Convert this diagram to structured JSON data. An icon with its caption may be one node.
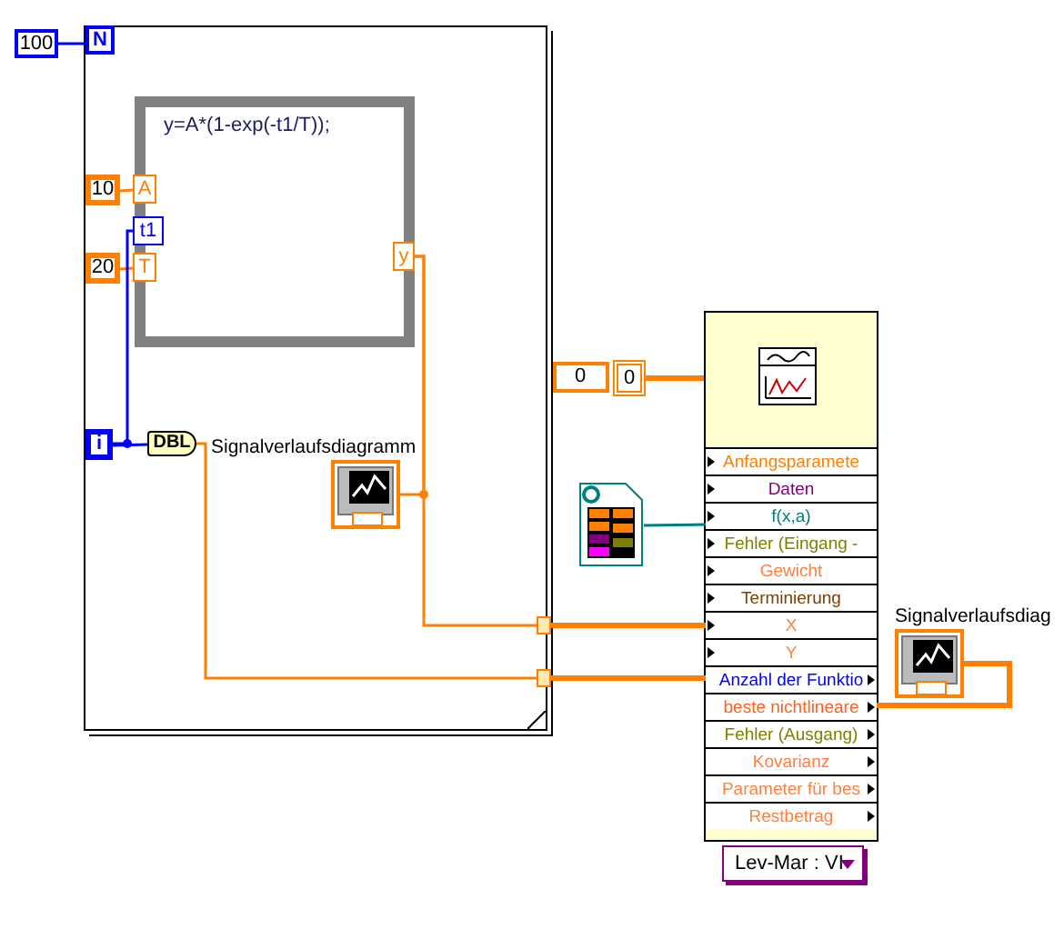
{
  "diagram": {
    "nodes": [
      {
        "text": [],
        "shape": "box"
      },
      {
        "text": [
          "100"
        ]
      },
      {
        "text": [
          "N"
        ],
        "in": 0
      },
      {
        "text": [
          "y=A*(1-exp(-t1/T));"
        ],
        "in": 0
      },
      {
        "text": [
          "A"
        ],
        "in": 3
      },
      {
        "text": [
          "t1"
        ],
        "in": 3
      },
      {
        "text": [
          "T"
        ],
        "in": 3
      },
      {
        "text": [
          "y"
        ],
        "in": 3
      },
      {
        "text": [
          "10"
        ],
        "in": 0
      },
      {
        "text": [
          "20"
        ],
        "in": 0
      },
      {
        "text": [
          "i"
        ],
        "in": 0
      },
      {
        "text": [
          "DBL"
        ],
        "in": 0
      },
      {
        "text": [
          "Signalverlaufsdiagramm"
        ],
        "in": 0
      },
      {
        "text": [],
        "shape": "box"
      },
      {
        "text": [],
        "shape": "box"
      },
      {
        "text": [
          "0",
          "0"
        ]
      },
      {
        "text": [],
        "shape": "box"
      },
      {
        "text": [],
        "shape": "box"
      },
      {
        "text": [
          "Anfangsparamete"
        ],
        "in": 17
      },
      {
        "text": [
          "Daten"
        ],
        "in": 17
      },
      {
        "text": [
          "f(x,a)"
        ],
        "in": 17
      },
      {
        "text": [
          "Fehler (Eingang -"
        ],
        "in": 17
      },
      {
        "text": [
          "Gewicht"
        ],
        "in": 17
      },
      {
        "text": [
          "Terminierung"
        ],
        "in": 17
      },
      {
        "text": [
          "X"
        ],
        "in": 17
      },
      {
        "text": [
          "Y"
        ],
        "in": 17
      },
      {
        "text": [
          "Anzahl der Funktio"
        ],
        "in": 17
      },
      {
        "text": [
          "beste nichtlineare"
        ],
        "in": 17
      },
      {
        "text": [
          "Fehler (Ausgang)"
        ],
        "in": 17
      },
      {
        "text": [
          "Kovarianz"
        ],
        "in": 17
      },
      {
        "text": [
          "Parameter für bes"
        ],
        "in": 17
      },
      {
        "text": [
          "Restbetrag"
        ],
        "in": 17
      },
      {
        "text": [
          "Lev-Mar : VI"
        ]
      },
      {
        "text": [
          "Signalverlaufsdiag"
        ]
      }
    ],
    "edges": [
      {
        "from": 1,
        "to": 2,
        "arrow": "none",
        "color": "#0000ff"
      },
      {
        "from": 8,
        "to": 4,
        "arrow": "none"
      },
      {
        "from": 9,
        "to": 6,
        "arrow": "none"
      },
      {
        "from": 10,
        "to": 5,
        "arrow": "none",
        "color": "#0000ff"
      },
      {
        "from": 10,
        "to": 11,
        "arrow": "none",
        "color": "#0000ff"
      },
      {
        "from": 7,
        "to": 12,
        "arrow": "none"
      },
      {
        "from": 7,
        "to": 13,
        "arrow": "none"
      },
      {
        "from": 11,
        "to": 14,
        "arrow": "none"
      },
      {
        "from": 13,
        "to": 24,
        "arrow": "none",
        "style": "thick"
      },
      {
        "from": 14,
        "to": 26,
        "arrow": "none",
        "style": "thick"
      },
      {
        "from": 15,
        "to": 17,
        "arrow": "none",
        "style": "thick"
      },
      {
        "from": 16,
        "to": 20,
        "arrow": "none",
        "color": "#007f7f"
      },
      {
        "from": 27,
        "to": 33,
        "arrow": "none",
        "style": "thick"
      }
    ]
  }
}
